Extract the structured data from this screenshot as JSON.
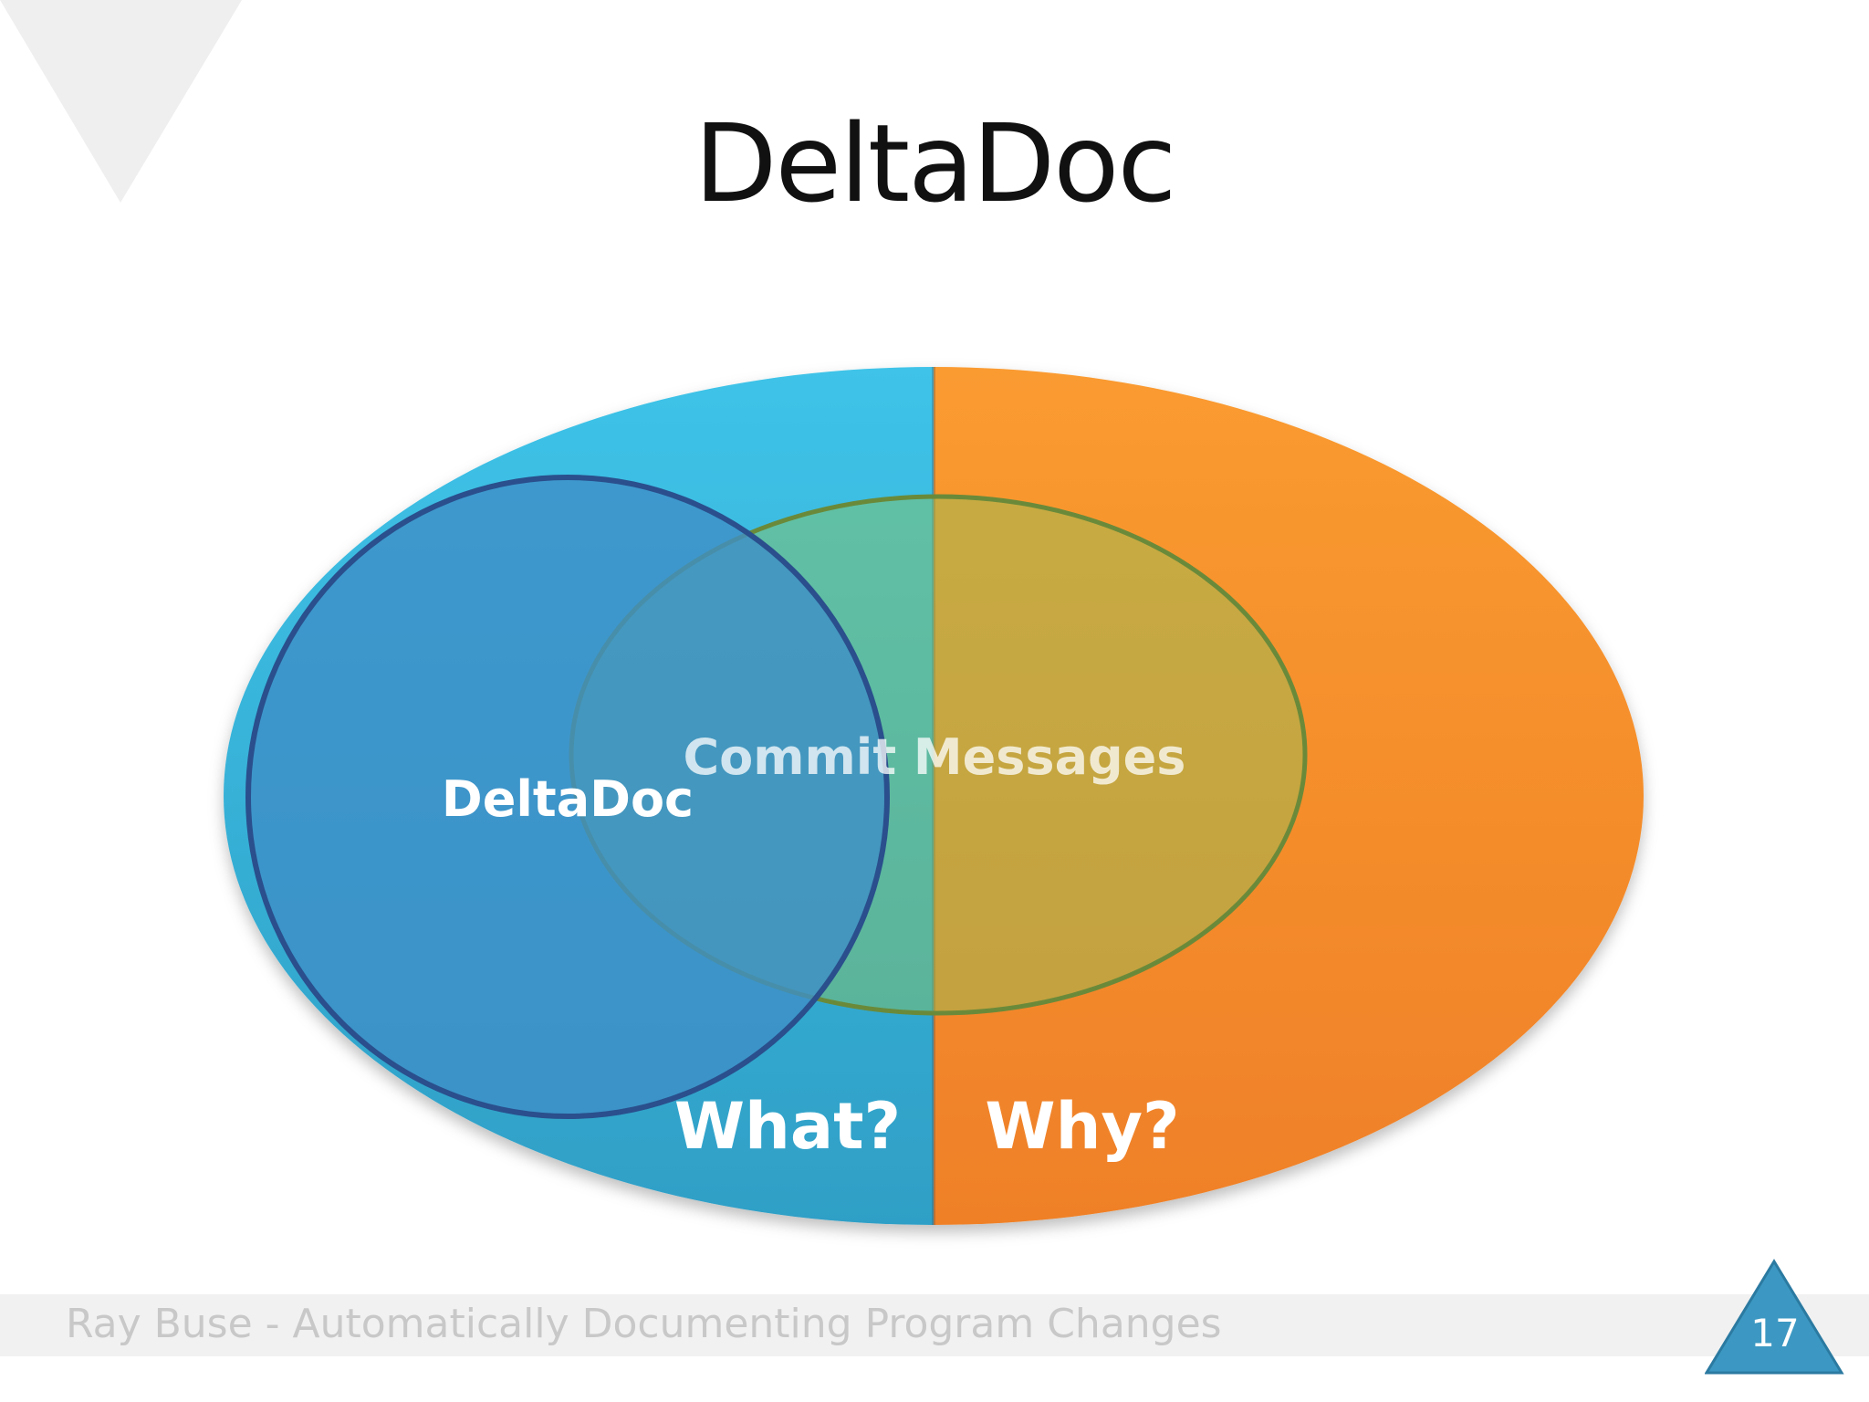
{
  "slide": {
    "title": "DeltaDoc",
    "footer": "Ray Buse - Automatically Documenting Program Changes",
    "page_number": "17"
  },
  "diagram": {
    "outer_left_label": "What?",
    "outer_right_label": "Why?",
    "left_circle_label": "DeltaDoc",
    "center_ellipse_label": "Commit Messages"
  },
  "colors": {
    "left_half": "#3ab7de",
    "right_half": "#f7952d",
    "deltadoc_circle": "#3f8fc7",
    "commit_ellipse": "#8cc45a",
    "badge": "#3c98c2"
  }
}
